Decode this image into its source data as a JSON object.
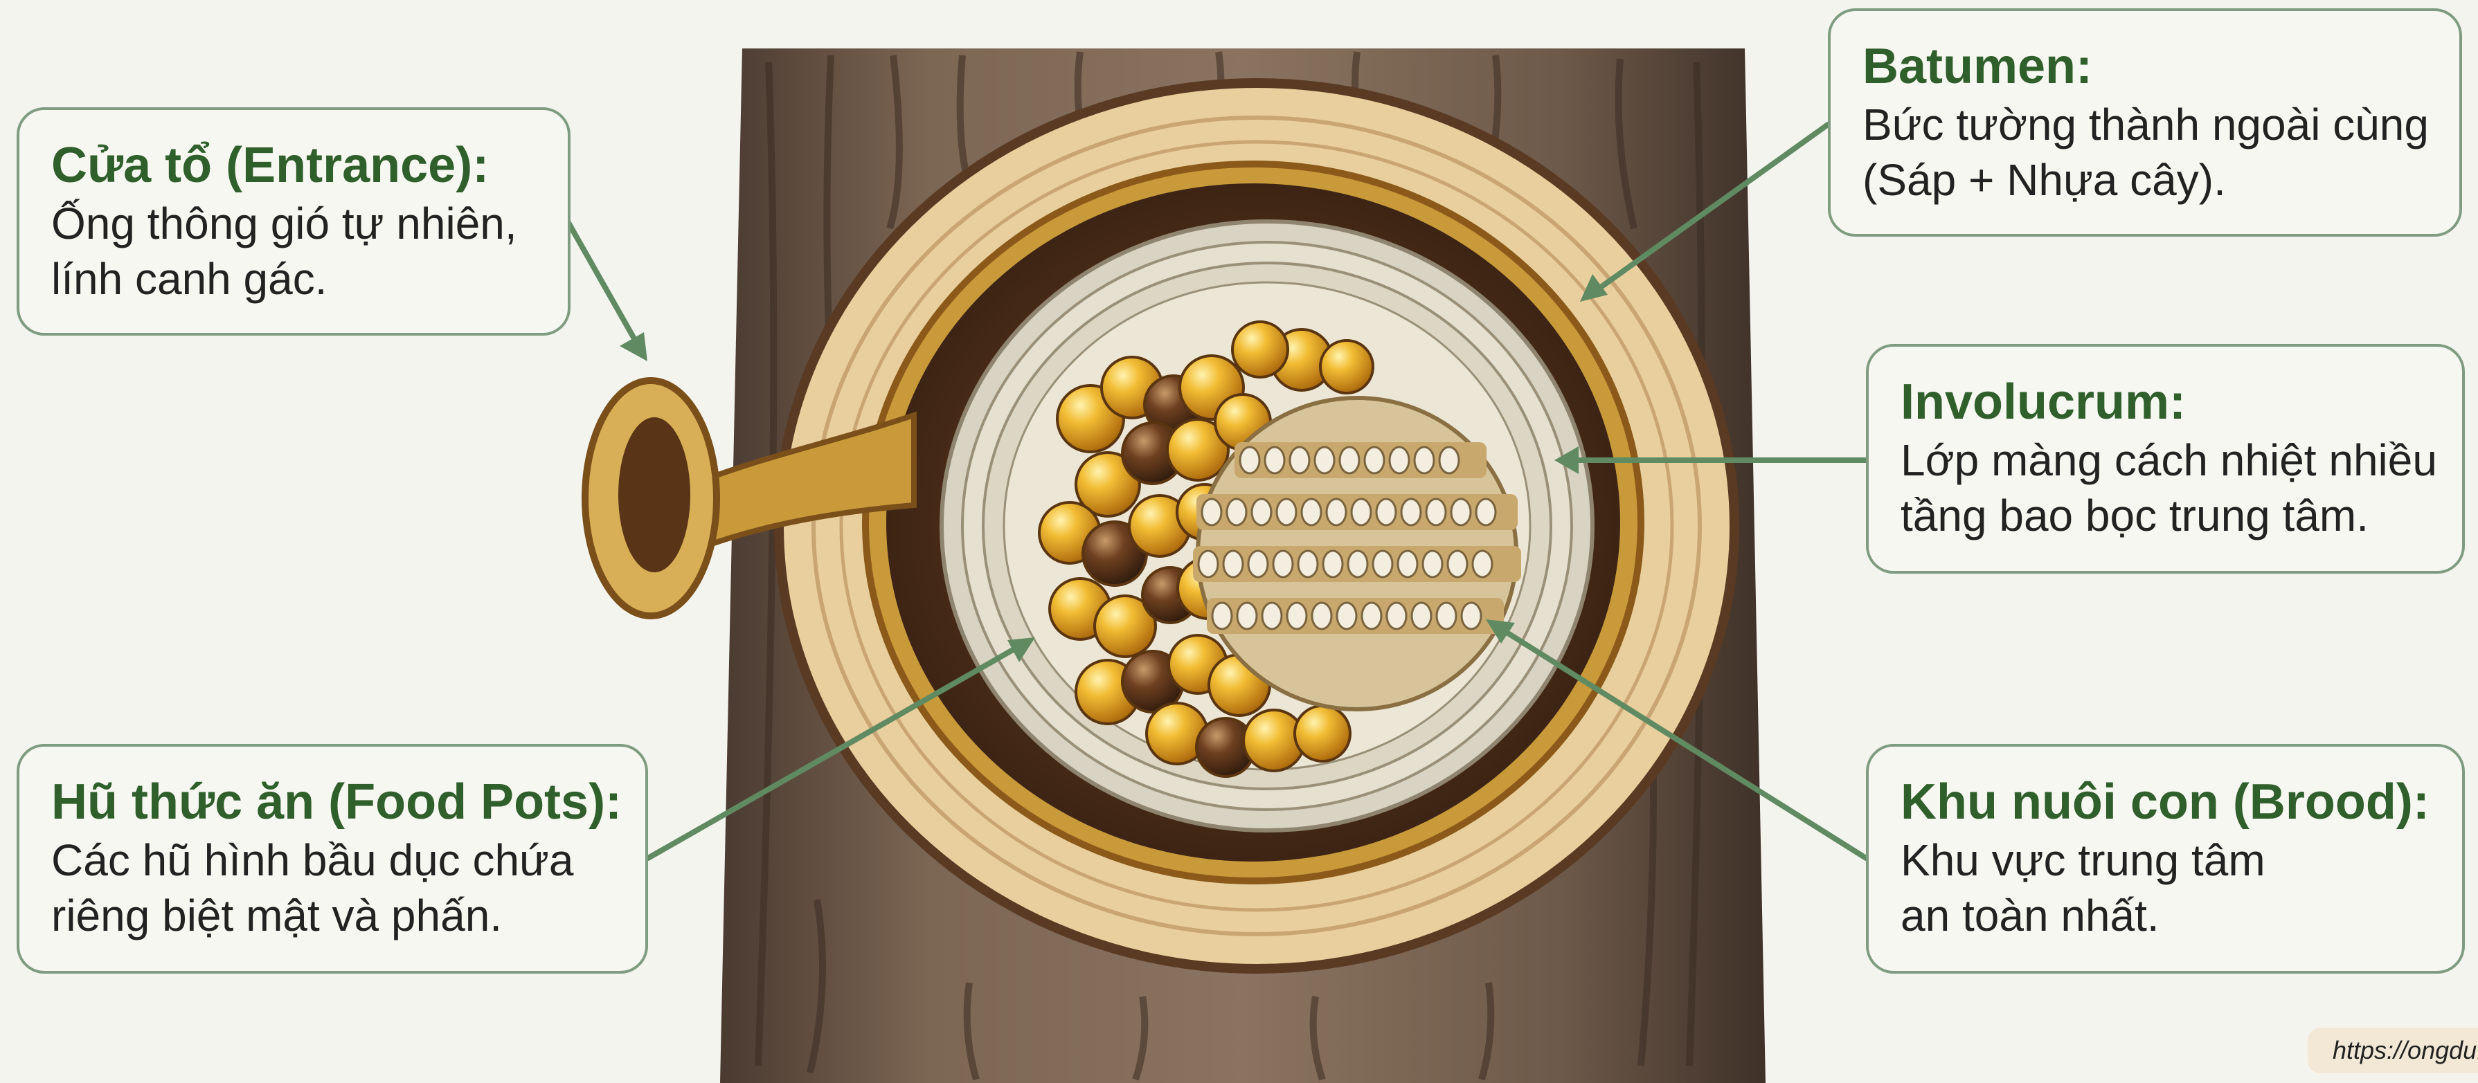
{
  "colors": {
    "background": "#f4f4ee",
    "callout_border": "#7f9c80",
    "title_green": "#2f5f2a",
    "arrow_green": "#5f8a62",
    "bark": "#6b5444",
    "honey": "#d9a221",
    "wax": "#c89a3a"
  },
  "icons": [
    "tree-trunk-illustration",
    "nest-entrance-tube",
    "food-pot",
    "brood-cell",
    "pointer-arrow"
  ],
  "callouts": {
    "entrance": {
      "title": "Cửa tổ (Entrance):",
      "line1": "Ống thông gió tự nhiên,",
      "line2": "lính canh gác."
    },
    "batumen": {
      "title": "Batumen:",
      "line1": "Bức tường thành ngoài cùng",
      "line2": "(Sáp + Nhựa cây)."
    },
    "involucrum": {
      "title": "Involucrum:",
      "line1": "Lớp màng cách nhiệt nhiều",
      "line2": "tầng bao bọc trung tâm."
    },
    "food_pots": {
      "title": "Hũ thức ăn (Food Pots):",
      "line1": "Các hũ hình bầu dục chứa",
      "line2": "riêng biệt mật và phấn."
    },
    "brood": {
      "title": "Khu nuôi con (Brood):",
      "line1": "Khu vực trung tâm",
      "line2": "an toàn nhất."
    }
  },
  "watermark": "https://ongdu.vn"
}
